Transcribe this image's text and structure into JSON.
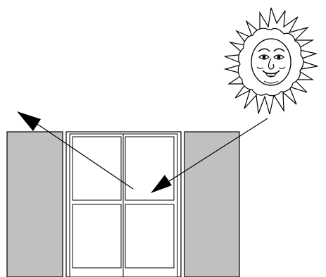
{
  "diagram": {
    "subject": "sun",
    "colors": {
      "background": "#ffffff",
      "shutter_fill": "#c0c0c0",
      "line": "#000000",
      "pane_fill": "#ffffff"
    },
    "elements": [
      {
        "name": "left-shutter"
      },
      {
        "name": "window"
      },
      {
        "name": "right-shutter"
      },
      {
        "name": "sun-icon"
      },
      {
        "name": "incoming-ray-arrow"
      },
      {
        "name": "reflected-ray-arrow"
      }
    ]
  }
}
